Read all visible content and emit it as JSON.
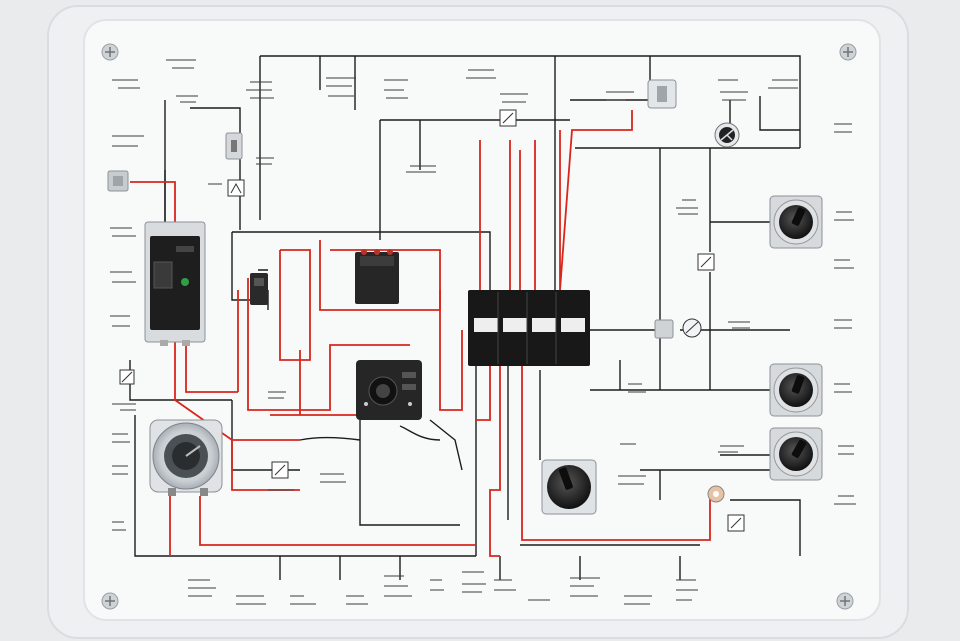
{
  "diagram": {
    "note": "",
    "labels": [],
    "components": [
      {
        "kind": "circuit-breaker",
        "name": "main-breaker"
      },
      {
        "kind": "timer-dial",
        "name": "timer-switch"
      },
      {
        "kind": "control-module",
        "name": "control-module"
      },
      {
        "kind": "relay",
        "name": "relay-block"
      },
      {
        "kind": "terminal-block",
        "name": "terminal-block"
      },
      {
        "kind": "selector-knob",
        "name": "center-selector-knob"
      },
      {
        "kind": "rotary-knob",
        "name": "right-knob-1"
      },
      {
        "kind": "rotary-knob",
        "name": "right-knob-2"
      },
      {
        "kind": "rotary-knob",
        "name": "right-knob-3"
      },
      {
        "kind": "fan",
        "name": "fan"
      },
      {
        "kind": "switch",
        "name": "top-right-switch"
      },
      {
        "kind": "switch",
        "name": "left-switch"
      }
    ],
    "colors": {
      "panel": "#f7f8f8",
      "panel_frame": "#eceeef",
      "wire_black": "#1c1c1c",
      "wire_red": "#d9261c",
      "device_dark": "#1e1e1e",
      "device_metal": "#c8cccf"
    }
  }
}
